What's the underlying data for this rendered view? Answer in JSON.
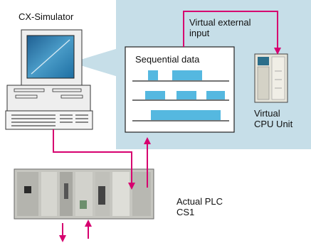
{
  "labels": {
    "simulator": "CX-Simulator",
    "virtual_input_line1": "Virtual external",
    "virtual_input_line2": "input",
    "sequential_data": "Sequential data",
    "virtual_cpu_line1": "Virtual",
    "virtual_cpu_line2": "CPU Unit",
    "actual_plc_line1": "Actual PLC",
    "actual_plc_line2": "CS1"
  },
  "colors": {
    "panel": "#c6dee8",
    "signal": "#55b8e0",
    "arrow": "#d6006f",
    "computer_body": "#eeeeee",
    "screen": "#2f7fb0"
  }
}
